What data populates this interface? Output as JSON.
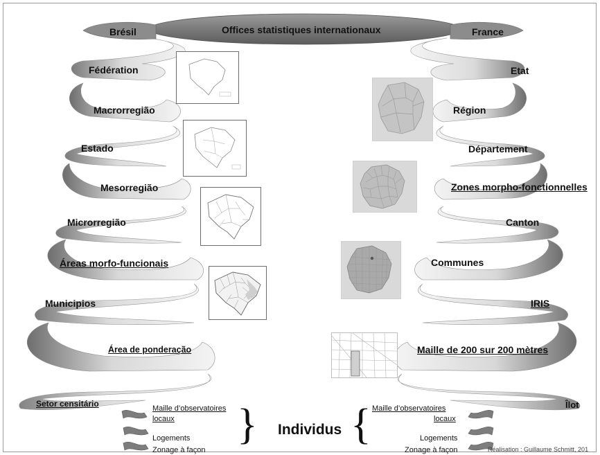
{
  "header": {
    "center": "Offices statistiques internationaux",
    "left": "Brésil",
    "right": "France"
  },
  "brazil_levels": [
    "Fédération",
    "Macrorregião",
    "Estado",
    "Mesorregião",
    "Microrregião",
    "Áreas morfo-funcionais",
    "Municipios",
    "Área de ponderação"
  ],
  "france_levels": [
    "Etat",
    "Région",
    "Département",
    "Zones morpho-fonctionnelles",
    "Canton",
    "Communes",
    "IRIS",
    "Maille de 200 sur 200 mètres"
  ],
  "bottom": {
    "left_base": "Setor censitário",
    "right_base": "Îlot",
    "center": "Individus",
    "left_items": [
      "Maille d’observatoires",
      "locaux",
      "Logements",
      "Zonage à façon"
    ],
    "right_items": [
      "Maille d’observatoires",
      "locaux",
      "Logements",
      "Zonage à façon"
    ],
    "credit": "Réalisation : Guillaume Schmitt, 201"
  },
  "colors": {
    "ribbon_light": "#e8e8e8",
    "ribbon_dark": "#7a7a7a",
    "map_grey": "#d9d9d9"
  }
}
